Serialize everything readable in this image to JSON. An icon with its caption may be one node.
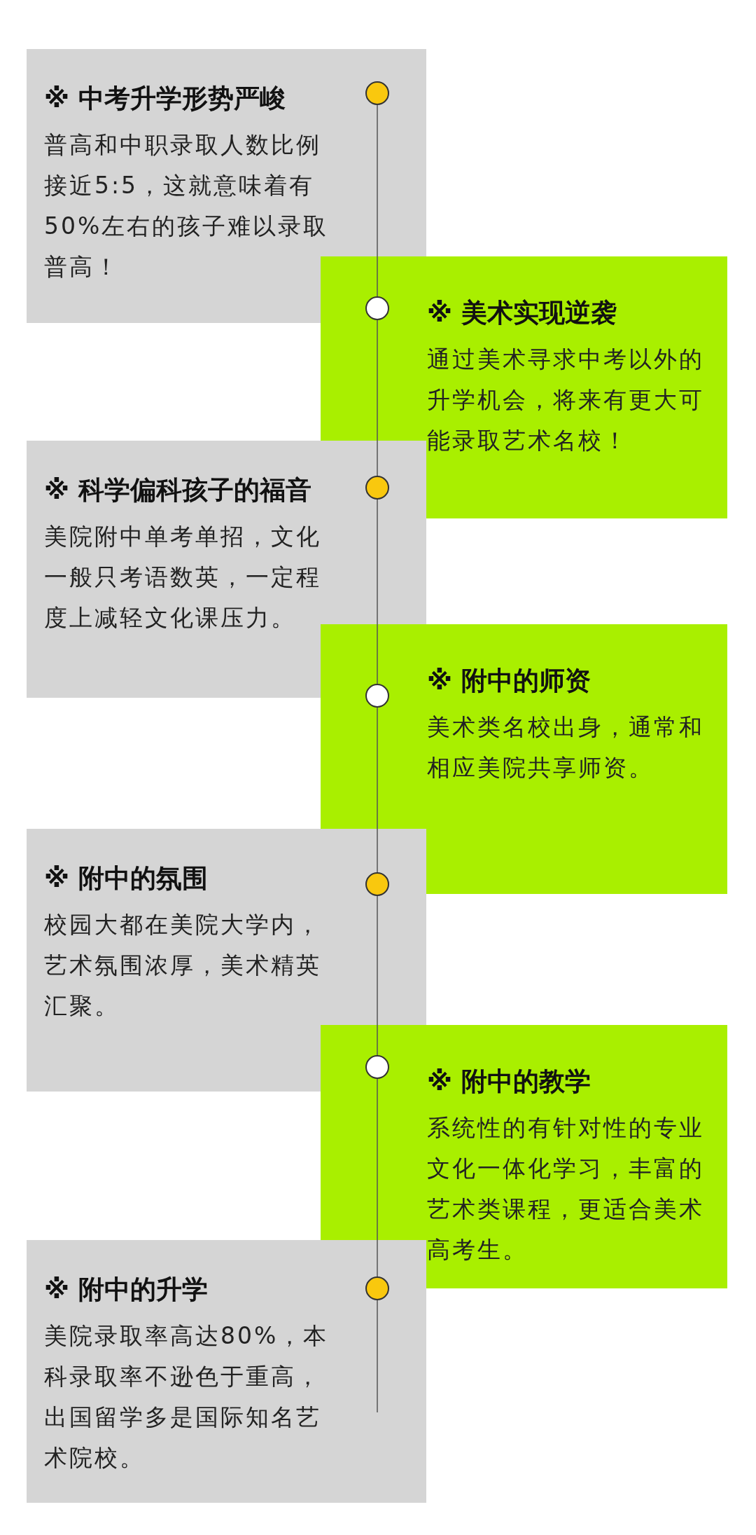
{
  "diagram": {
    "nodes": [
      {
        "text": [
          "※ 中考升学形势严峻",
          "普高和中职录取人数比例接近5:5，这就意味着有50%左右的孩子难以录取普高！"
        ]
      },
      {
        "text": [
          "※ 美术实现逆袭",
          "通过美术寻求中考以外的升学机会，将来有更大可能录取艺术名校！"
        ]
      },
      {
        "text": [
          "※ 科学偏科孩子的福音",
          "美院附中单考单招，文化一般只考语数英，一定程度上减轻文化课压力。"
        ]
      },
      {
        "text": [
          "※ 附中的师资",
          "美术类名校出身，通常和相应美院共享师资。"
        ]
      },
      {
        "text": [
          "※ 附中的氛围",
          "校园大都在美院大学内，艺术氛围浓厚，美术精英汇聚。"
        ]
      },
      {
        "text": [
          "※ 附中的教学",
          "系统性的有针对性的专业文化一体化学习，丰富的艺术类课程，更适合美术高考生。"
        ]
      },
      {
        "text": [
          "※ 附中的升学",
          "美院录取率高达80%，本科录取率不逊色于重高，出国留学多是国际知名艺术院校。"
        ]
      }
    ]
  }
}
